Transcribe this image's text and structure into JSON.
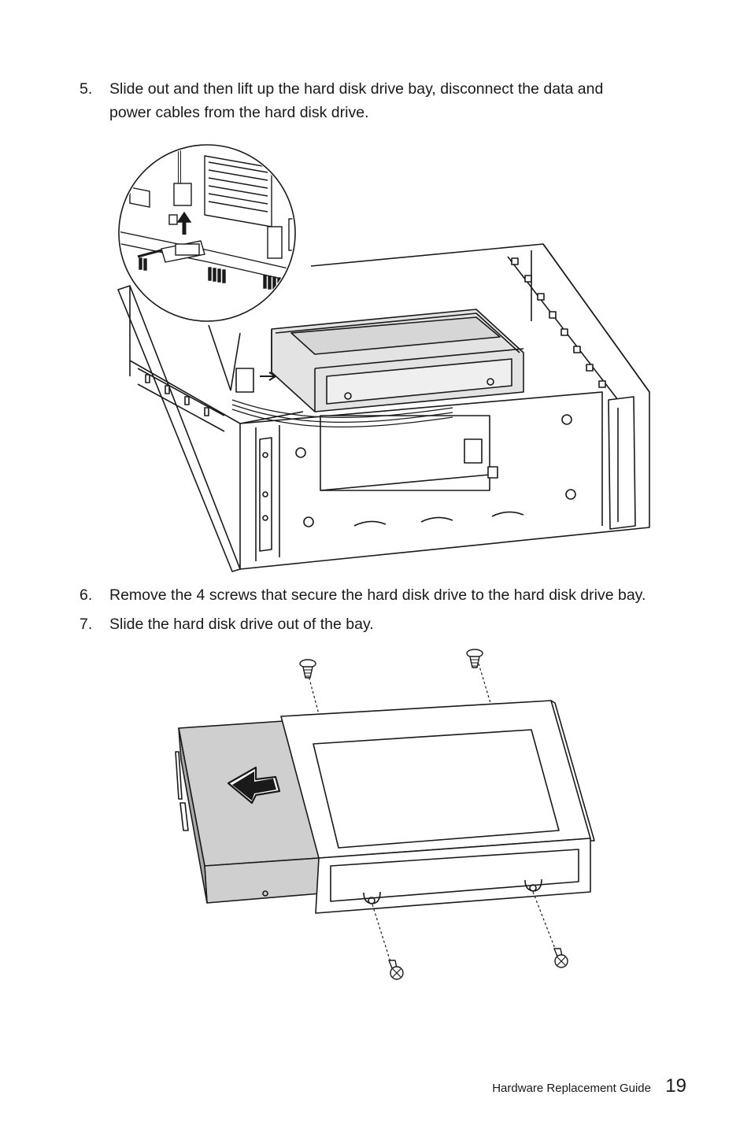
{
  "steps": [
    {
      "num": "5.",
      "line1": "Slide out and then lift up the hard disk drive bay, disconnect the data and",
      "line2": "power cables from the hard disk drive."
    },
    {
      "num": "6.",
      "line1": "Remove the 4 screws that secure the hard disk drive to the hard disk drive bay."
    },
    {
      "num": "7.",
      "line1": "Slide the hard disk drive out of the bay."
    }
  ],
  "footer": {
    "guide_title": "Hardware Replacement Guide",
    "page_number": "19"
  },
  "colors": {
    "line": "#1a1a1a",
    "drive_fill": "#cfcfcf",
    "drive_side": "#a9a9a9"
  }
}
